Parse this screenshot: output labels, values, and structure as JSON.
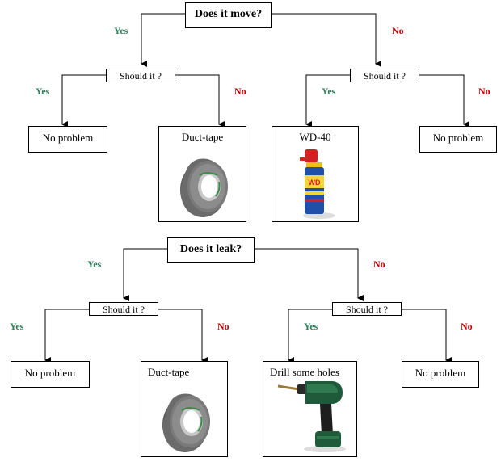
{
  "diagram_move": {
    "question": "Does it move?",
    "yes_label": "Yes",
    "no_label": "No",
    "yes_branch": {
      "question": "Should it ?",
      "yes_label": "Yes",
      "no_label": "No",
      "yes_result": "No problem",
      "no_result": "Duct-tape",
      "no_result_icon": "duct-tape-roll-icon"
    },
    "no_branch": {
      "question": "Should it ?",
      "yes_label": "Yes",
      "no_label": "No",
      "yes_result": "WD-40",
      "yes_result_icon": "wd40-can-icon",
      "no_result": "No problem"
    }
  },
  "diagram_leak": {
    "question": "Does it leak?",
    "yes_label": "Yes",
    "no_label": "No",
    "yes_branch": {
      "question": "Should it ?",
      "yes_label": "Yes",
      "no_label": "No",
      "yes_result": "No problem",
      "no_result": "Duct-tape",
      "no_result_icon": "duct-tape-roll-icon"
    },
    "no_branch": {
      "question": "Should it ?",
      "yes_label": "Yes",
      "no_label": "No",
      "yes_result": "Drill some holes",
      "yes_result_icon": "power-drill-icon",
      "no_result": "No problem"
    }
  },
  "colors": {
    "yes": "#2e7d5b",
    "no": "#c00000",
    "line": "#000000"
  }
}
